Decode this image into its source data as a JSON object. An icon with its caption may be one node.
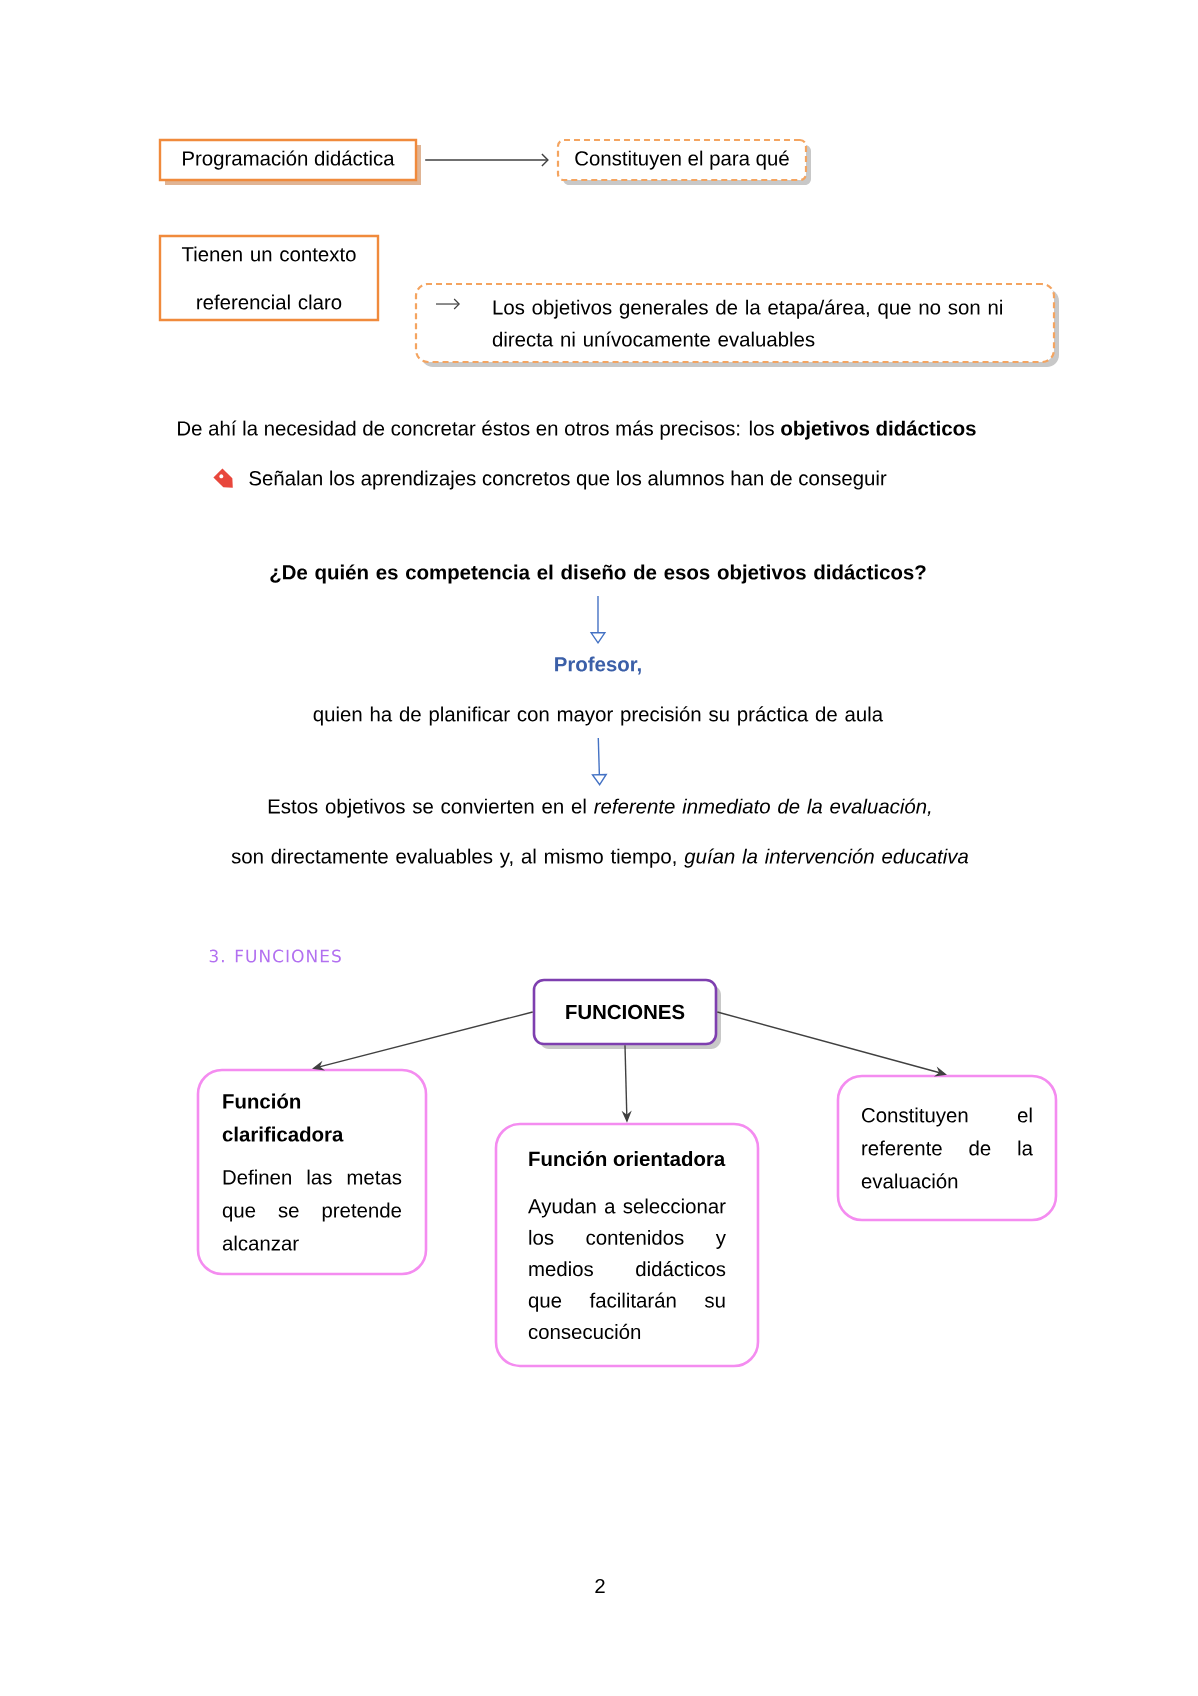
{
  "diagram": {
    "nodes": [
      {
        "text": [
          "Programación didáctica"
        ]
      },
      {
        "text": [
          "Constituyen el para qué"
        ]
      },
      {
        "text": [
          "Tienen un contexto referencial claro"
        ]
      },
      {
        "text": [
          "Los objetivos generales de la etapa/área, que no son ni directa ni unívocamente evaluables"
        ]
      },
      {
        "text": [
          "¿De quién es competencia el diseño de esos objetivos didácticos?"
        ]
      },
      {
        "text": [
          "Profesor,",
          "quien ha de planificar con mayor precisión su práctica de aula"
        ]
      },
      {
        "text": [
          "Estos objetivos se convierten en el *referente inmediato de la evaluación,*",
          "son directamente evaluables y, al mismo tiempo, *guían la intervención educativa*"
        ]
      },
      {
        "text": [
          "FUNCIONES"
        ]
      },
      {
        "text": [
          "Función clarificadora",
          "Definen las metas que se pretende alcanzar"
        ]
      },
      {
        "text": [
          "Función orientadora",
          "Ayudan a seleccionar los contenidos y medios didácticos que facilitarán su consecución"
        ]
      },
      {
        "text": [
          "Constituyen el referente de la evaluación"
        ]
      }
    ],
    "edges": [
      {
        "from": 0,
        "to": 1,
        "arrow": "to"
      },
      {
        "from": 4,
        "to": 5,
        "arrow": "to",
        "color": "#4472c4"
      },
      {
        "from": 5,
        "to": 6,
        "arrow": "to",
        "color": "#4472c4"
      },
      {
        "from": 7,
        "to": 8,
        "arrow": "to"
      },
      {
        "from": 7,
        "to": 9,
        "arrow": "to"
      },
      {
        "from": 7,
        "to": 10,
        "arrow": "to"
      }
    ],
    "labels": [
      "De ahí la necesidad de concretar éstos en otros más precisos: los **objetivos didácticos**",
      "Señalan los aprendizajes concretos que los alumnos han de conseguir",
      "3. FUNCIONES",
      "2"
    ]
  }
}
